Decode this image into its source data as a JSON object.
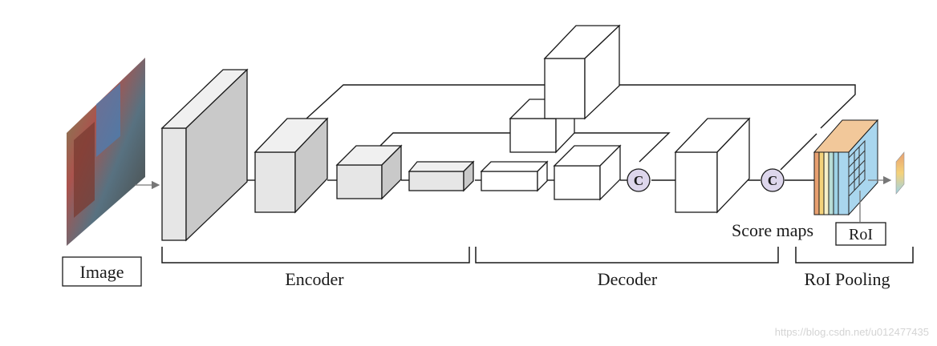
{
  "labels": {
    "image": "Image",
    "encoder": "Encoder",
    "decoder": "Decoder",
    "roi_pooling": "RoI Pooling",
    "score_maps": "Score maps",
    "roi": "RoI",
    "concat": "C"
  },
  "watermark": "https://blog.csdn.net/u012477435",
  "colors": {
    "encoder_block": "#e6e6e6",
    "decoder_block": "#ffffff",
    "concat_fill": "#ddd6ec",
    "line": "#1a1a1a",
    "score_map_layers": [
      "#e8a070",
      "#f4d27a",
      "#f7f0c8",
      "#b7dcd6",
      "#9ed3e6",
      "#a9d6ee"
    ]
  }
}
